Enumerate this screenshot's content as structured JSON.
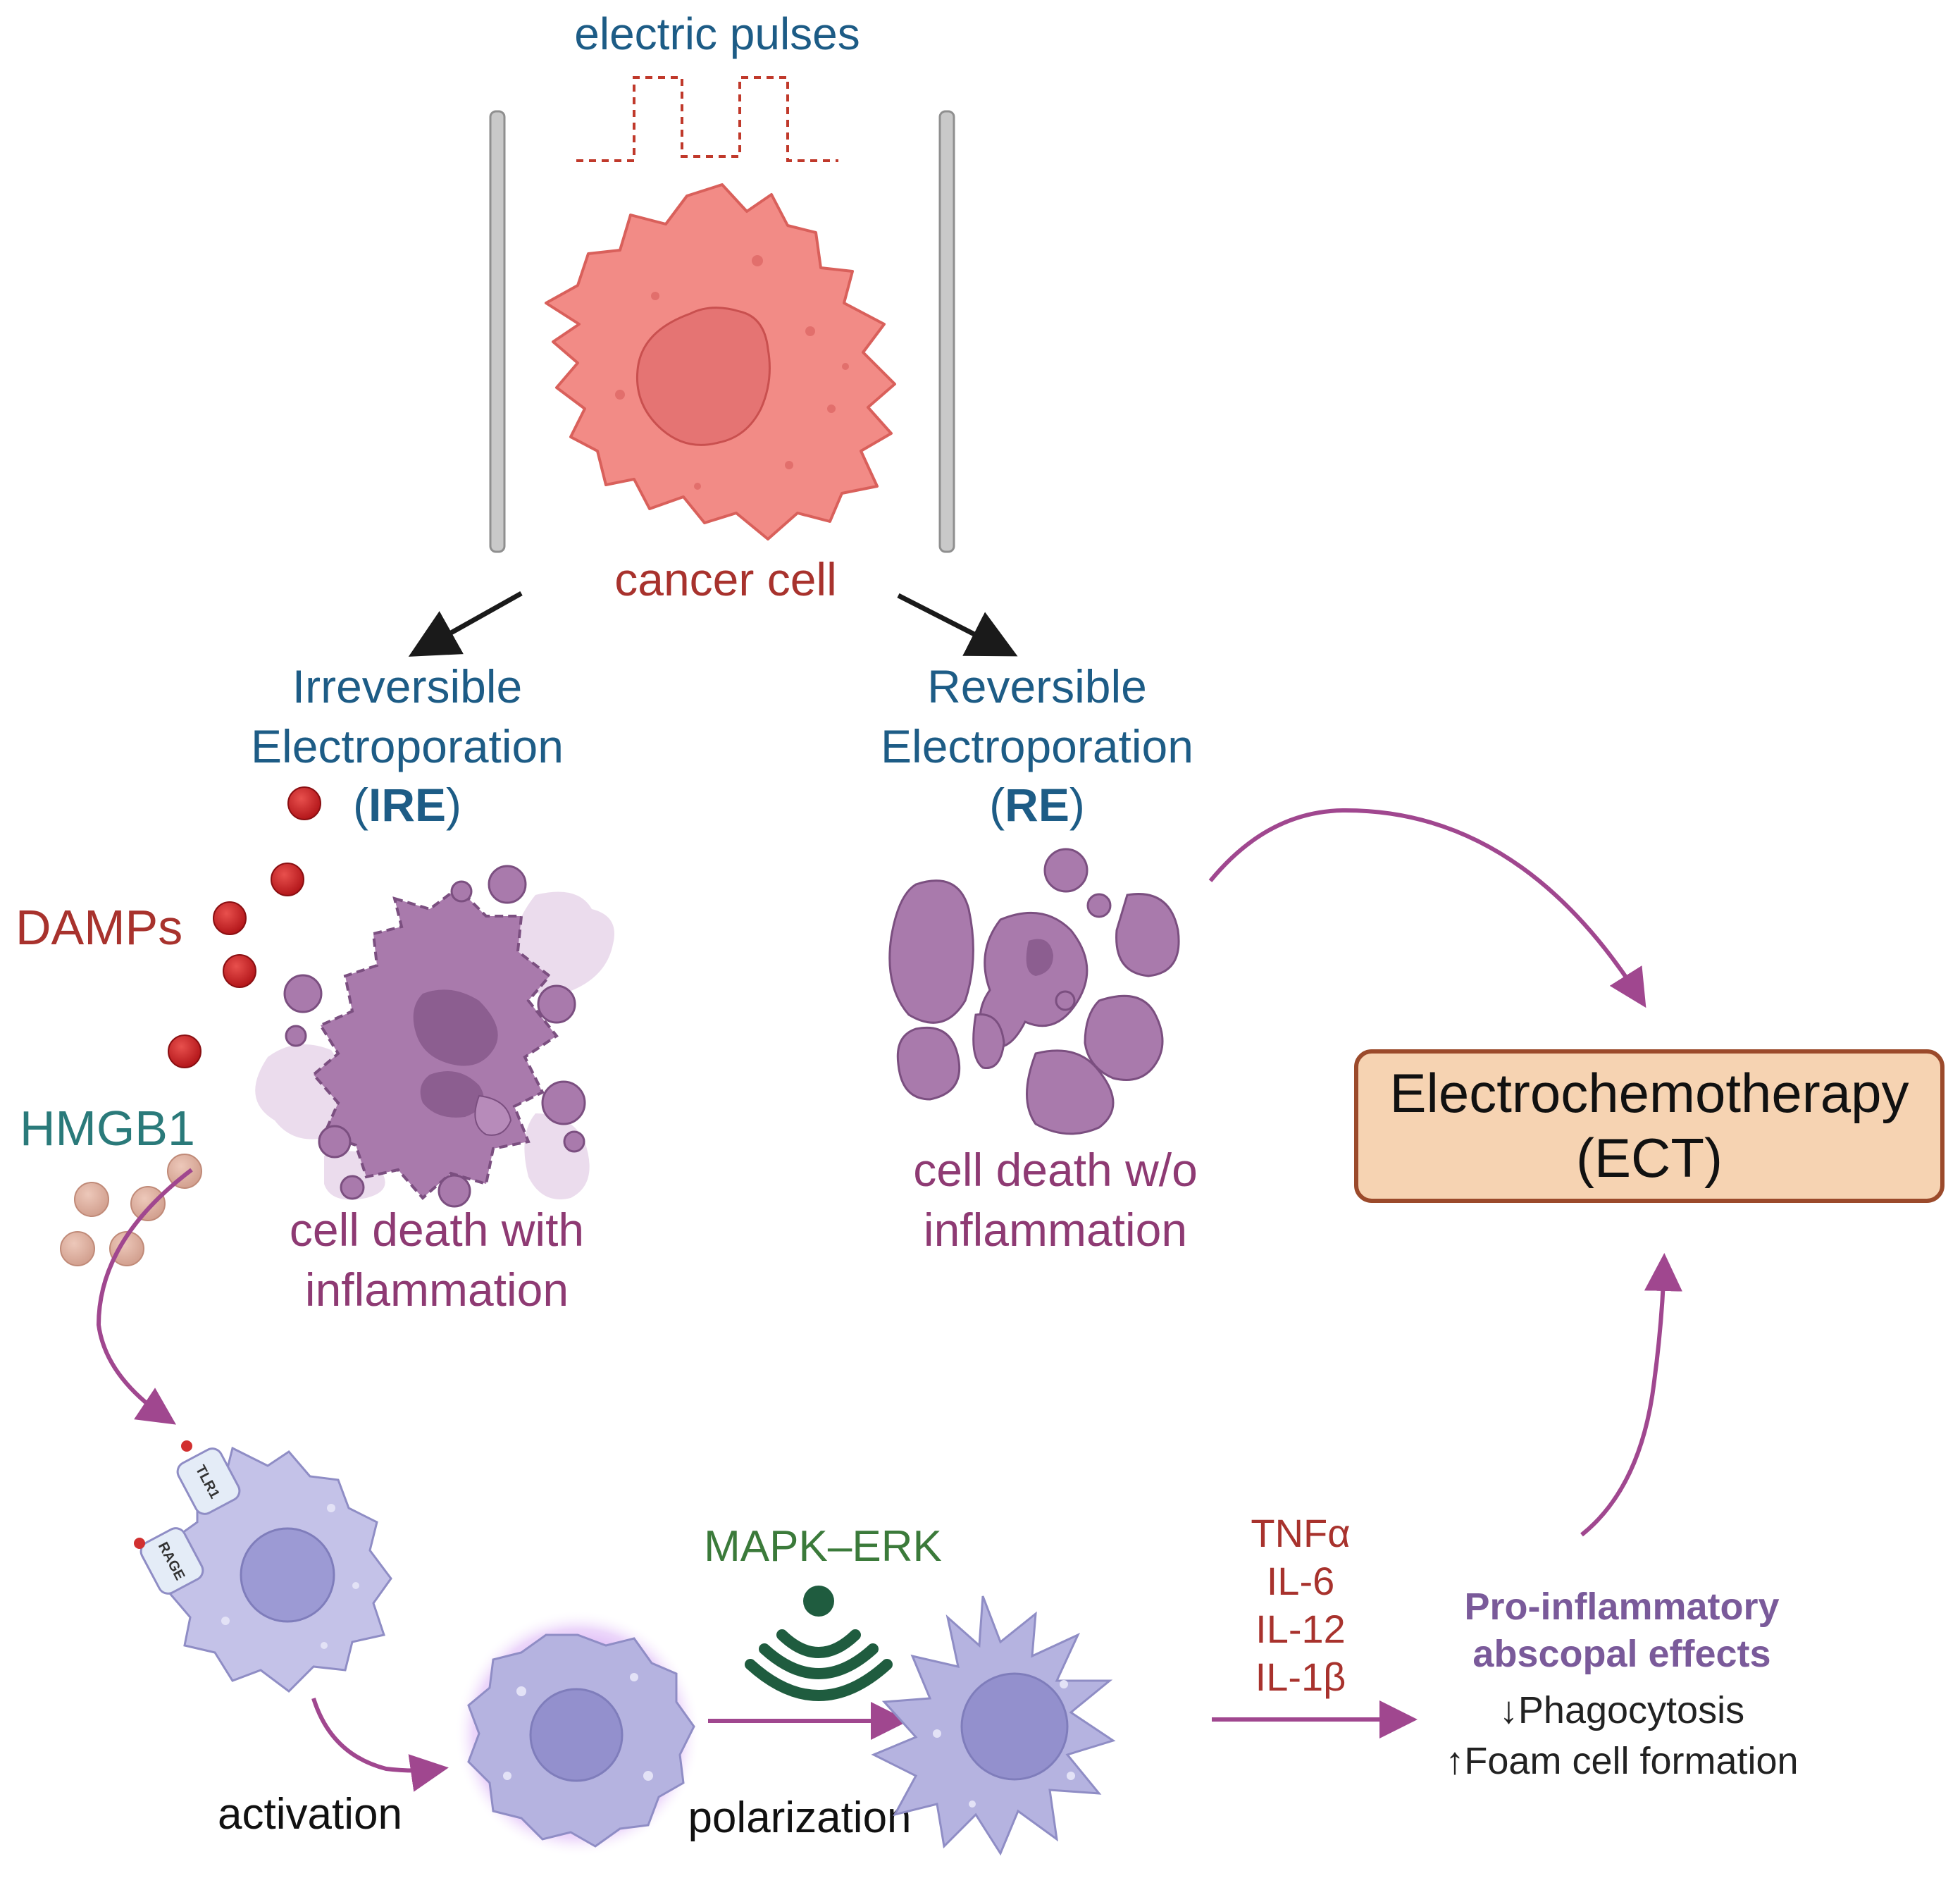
{
  "labels": {
    "electric_pulses": "electric pulses",
    "cancer_cell": "cancer cell",
    "ire_line1": "Irreversible",
    "ire_line2": "Electroporation",
    "ire_abbr_open": "(",
    "ire_abbr": "IRE",
    "ire_abbr_close": ")",
    "re_line1": "Reversible",
    "re_line2": "Electroporation",
    "re_abbr_open": "(",
    "re_abbr": "RE",
    "re_abbr_close": ")",
    "damps": "DAMPs",
    "hmgb1": "HMGB1",
    "death_with_line1": "cell death with",
    "death_with_line2": "inflammation",
    "death_without_line1": "cell death w/o",
    "death_without_line2": "inflammation",
    "ect_line1": "Electrochemotherapy",
    "ect_line2": "(ECT)",
    "receptor_tlr1": "TLR1",
    "receptor_rage": "RAGE",
    "activation": "activation",
    "mapk_erk": "MAPK–ERK",
    "polarization": "polarization",
    "cytokines": [
      "TNFα",
      "IL-6",
      "IL-12",
      "IL-1β"
    ],
    "pro_inflammatory_line1": "Pro-inflammatory",
    "pro_inflammatory_line2": "abscopal effects",
    "effect_phagocytosis": "↓Phagocytosis",
    "effect_foam": "↑Foam cell formation"
  },
  "colors": {
    "blue_text": "#1d5c86",
    "red_text": "#a8322d",
    "purple_text": "#8e3a73",
    "teal_text": "#2a7a7a",
    "green_text": "#3b7a3a",
    "violet_bold": "#7a5a9a",
    "arrow_purple": "#a0478f",
    "ect_box_fill": "#f6d3b2",
    "ect_box_stroke": "#9b4a2b",
    "cancer_cell": "#f28b86",
    "nucleus": "#e57473",
    "dead_cell": "#a97aac",
    "macrophage": "#b5b3e0"
  },
  "icons": {
    "signal": "wireless-signal-icon",
    "electrode": "electrode-plate-icon"
  }
}
